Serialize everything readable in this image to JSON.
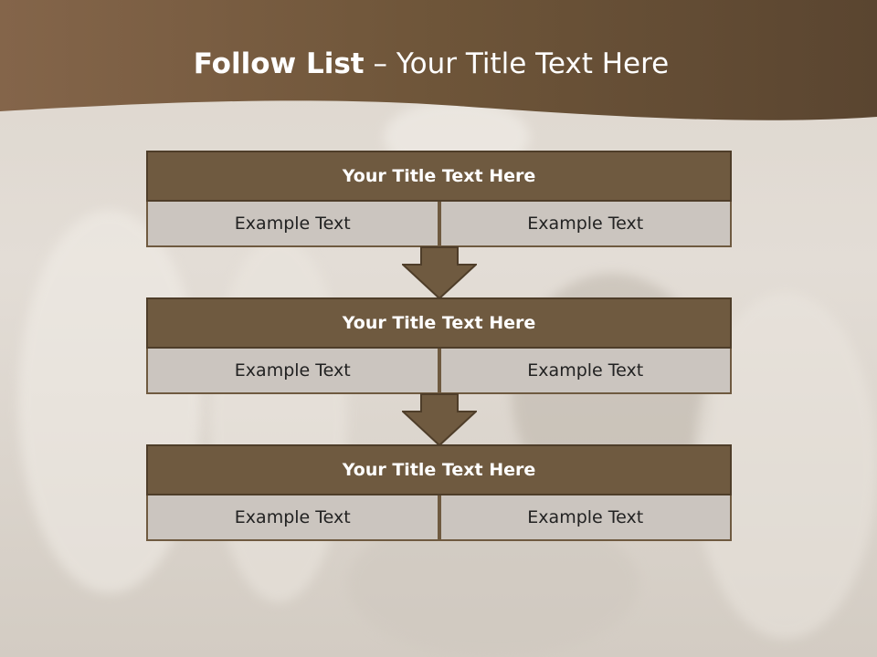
{
  "slide": {
    "title_bold": "Follow List",
    "title_rest": " – Your Title Text Here"
  },
  "blocks": [
    {
      "title": "Your Title Text Here",
      "cells": [
        "Example Text",
        "Example Text"
      ]
    },
    {
      "title": "Your Title Text Here",
      "cells": [
        "Example Text",
        "Example Text"
      ]
    },
    {
      "title": "Your Title Text Here",
      "cells": [
        "Example Text",
        "Example Text"
      ]
    }
  ],
  "colors": {
    "header_brown": "#6f5a40",
    "band_brown": "#6b5236",
    "cell_gray": "#cbc5bf"
  },
  "icons": [
    "down-arrow-icon",
    "down-arrow-icon"
  ]
}
